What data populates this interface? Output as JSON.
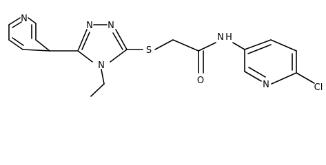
{
  "molecule": {
    "atoms": [
      {
        "id": "ring_n",
        "label": "N"
      },
      {
        "id": "triazole_n1",
        "label": "N"
      },
      {
        "id": "triazole_n2",
        "label": "N"
      },
      {
        "id": "triazole_n4",
        "label": "N"
      },
      {
        "id": "thioether_s",
        "label": "S"
      },
      {
        "id": "amide_o",
        "label": "O"
      },
      {
        "id": "amide_nh",
        "label": "N"
      },
      {
        "id": "amide_h",
        "label": "H"
      },
      {
        "id": "pyridine2_n",
        "label": "N"
      },
      {
        "id": "chlorine",
        "label": "Cl"
      }
    ]
  }
}
